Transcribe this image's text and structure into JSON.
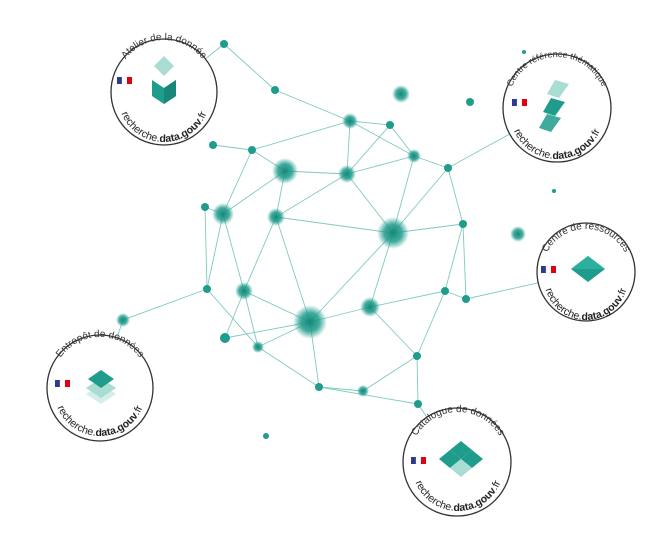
{
  "colors": {
    "teal": "#1f9c8c",
    "teal_light": "#a9dcd3",
    "edge": "#7fcabe",
    "flag_blue": "#2e3a8c",
    "flag_red": "#e1000f"
  },
  "badges": [
    {
      "id": "atelier",
      "title": "Atelier de la donnée",
      "footer_prefix": "recherche.",
      "footer_bold": "data.gouv",
      "footer_suffix": ".fr",
      "icon": "diamond-stack-icon"
    },
    {
      "id": "centre-reference",
      "title": "Centre référence thématique",
      "footer_prefix": "recherche.",
      "footer_bold": "data.gouv",
      "footer_suffix": ".fr",
      "icon": "chevron-stack-icon"
    },
    {
      "id": "centre-ressources",
      "title": "Centre de ressources",
      "footer_prefix": "recherche.",
      "footer_bold": "data.gouv",
      "footer_suffix": ".fr",
      "icon": "diamond-icon"
    },
    {
      "id": "entrepot",
      "title": "Entrepôt de données",
      "footer_prefix": "recherche.",
      "footer_bold": "data.gouv",
      "footer_suffix": ".fr",
      "icon": "layers-icon"
    },
    {
      "id": "catalogue",
      "title": "Catalogue de données",
      "footer_prefix": "recherche.",
      "footer_bold": "data.gouv",
      "footer_suffix": ".fr",
      "icon": "grid-diamond-icon"
    }
  ]
}
